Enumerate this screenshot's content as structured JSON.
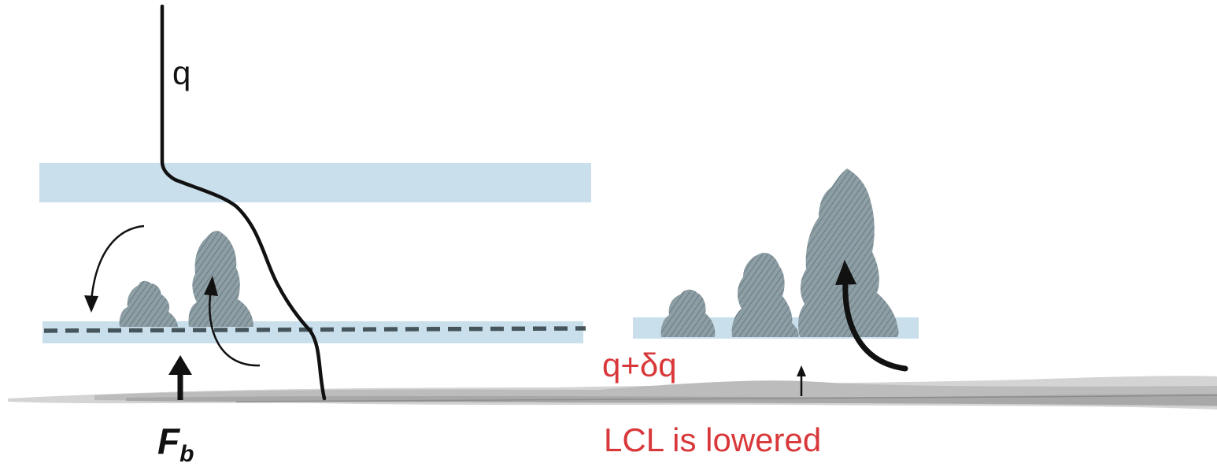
{
  "labels": {
    "humidity_profile": "q",
    "perturbed_humidity": "q+δq",
    "lcl_note": "LCL is lowered",
    "flux_symbol": "F",
    "flux_subscript": "b"
  },
  "colors": {
    "layer_band": "#c9dfeb",
    "cloud_fill": "#8e9ea5",
    "cloud_hatch": "#5f7078",
    "ground": "#a8a8a8",
    "ground_light": "#d4d4d4",
    "lcl_dashed_line": "#46555c",
    "annotation_red": "#d9383a",
    "line_black": "#111111"
  },
  "icons": [
    "clouds",
    "curved-arrow",
    "up-arrow",
    "dashed-lcl-line",
    "humidity-profile-curve",
    "ground-surface"
  ]
}
